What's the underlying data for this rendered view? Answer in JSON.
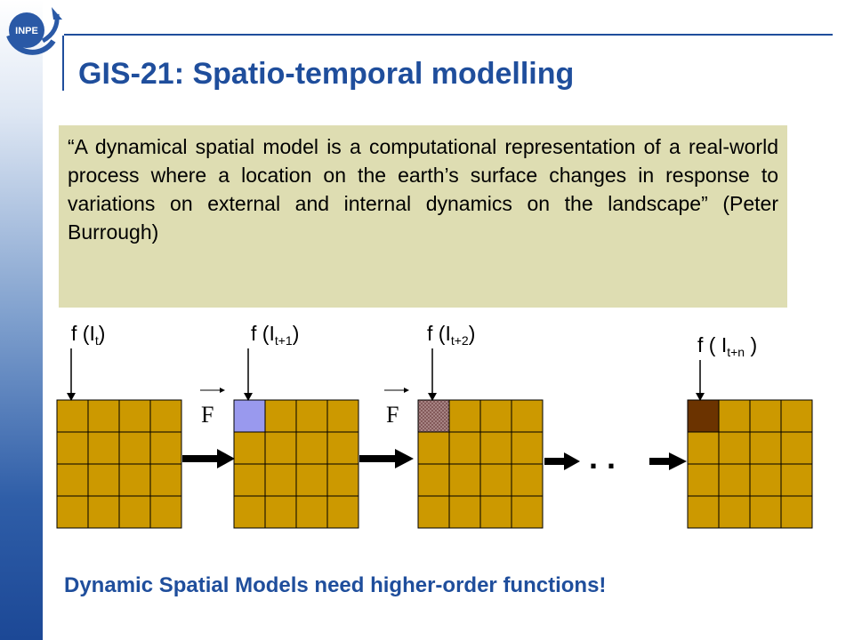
{
  "slide": {
    "title": "GIS-21: Spatio-temporal modelling",
    "quote": "“A dynamical spatial model is a computational representation of a real-world process where a location on the earth’s surface changes in response to variations on external and internal dynamics on the landscape” (Peter Burrough)",
    "logo_text": "INPE",
    "bottom_text": "Dynamic Spatial Models need higher-order functions!"
  },
  "diagram": {
    "labels": [
      {
        "prefix": "f (I",
        "sub": "t",
        "suffix": ")"
      },
      {
        "prefix": "f (I",
        "sub": "t+1",
        "suffix": ")"
      },
      {
        "prefix": "f (I",
        "sub": "t+2",
        "suffix": ")"
      },
      {
        "prefix": "f ( I",
        "sub": "t+n",
        "suffix": " )"
      }
    ],
    "operator": "F",
    "ellipsis": ". .",
    "grids": [
      {
        "rows": 4,
        "cols": 4,
        "highlight": "none"
      },
      {
        "rows": 4,
        "cols": 4,
        "highlight": "solid"
      },
      {
        "rows": 4,
        "cols": 4,
        "highlight": "hatched"
      },
      {
        "rows": 4,
        "cols": 4,
        "highlight": "dark"
      }
    ],
    "colors": {
      "cell": "#cc9900",
      "highlight_solid": "#9999ee",
      "highlight_hatched": "#a07878",
      "highlight_dark": "#6b3300",
      "title_blue": "#1f4e9c",
      "quote_bg": "#deddb2"
    }
  }
}
